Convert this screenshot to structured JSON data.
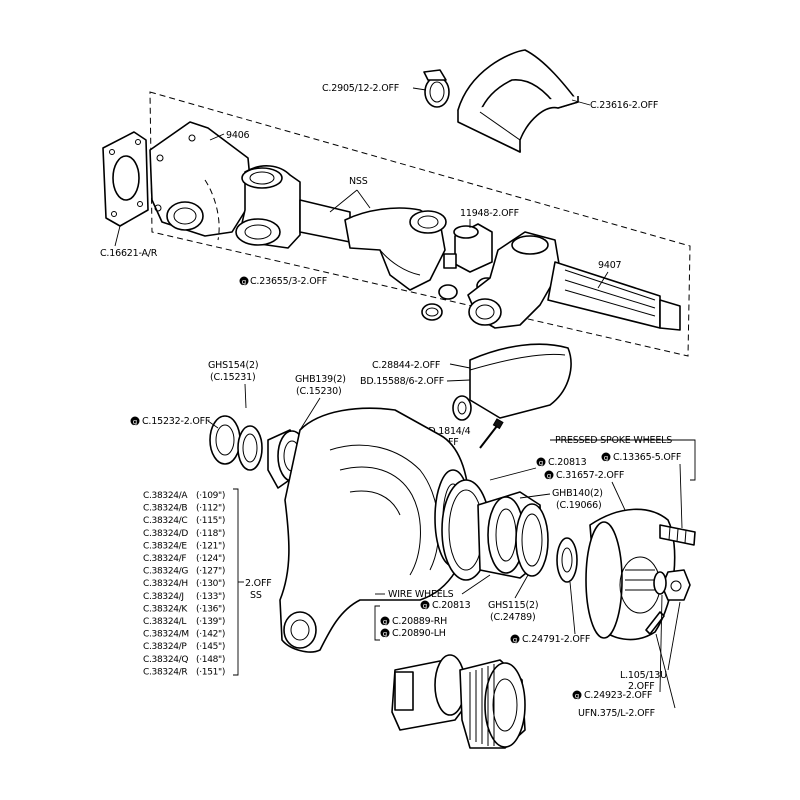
{
  "labels": {
    "clip": "C.2905/12-2.OFF",
    "cover": "C.23616-2.OFF",
    "gasket": "C.16621-A/R",
    "housing": "9406",
    "nss": "NSS",
    "ujoint": "11948-2.OFF",
    "shaft": "9407",
    "circlip": "C.23655/3-2.OFF",
    "shield": "C.28844-2.OFF",
    "bolt": "BD.15588/6-2.OFF",
    "screw_a": "BD.1814/4",
    "screw_b": "8.OFF",
    "seal_a": "GHS154(2)",
    "seal_b": "(C.15231)",
    "bearing_a": "GHB139(2)",
    "bearing_b": "(C.15230)",
    "shim_outer": "C.15232-2.OFF",
    "pressed_header": "PRESSED SPOKE WHEELS",
    "stud": "C.13365-5.OFF",
    "spacer": "C.20813",
    "hub": "C.31657-2.OFF",
    "hub_bearing_a": "GHB140(2)",
    "hub_bearing_b": "(C.19066)",
    "wire_header": "WIRE WHEELS",
    "wire_spacer": "C.20813",
    "rh": "C.20889-RH",
    "lh": "C.20890-LH",
    "hub_seal_a": "GHS115(2)",
    "hub_seal_b": "(C.24789)",
    "collar": "C.24791-2.OFF",
    "nut_a": "L.105/13U",
    "nut_b": "2.OFF",
    "washer": "C.24923-2.OFF",
    "pin": "UFN.375/L-2.OFF",
    "shim_qty": "2.OFF",
    "shim_ss": "SS"
  },
  "shims": [
    {
      "part": "C.38324/A",
      "size": "(·109\")"
    },
    {
      "part": "C.38324/B",
      "size": "(·112\")"
    },
    {
      "part": "C.38324/C",
      "size": "(·115\")"
    },
    {
      "part": "C.38324/D",
      "size": "(·118\")"
    },
    {
      "part": "C.38324/E",
      "size": "(·121\")"
    },
    {
      "part": "C.38324/F",
      "size": "(·124\")"
    },
    {
      "part": "C.38324/G",
      "size": "(·127\")"
    },
    {
      "part": "C.38324/H",
      "size": "(·130\")"
    },
    {
      "part": "C.38324/J",
      "size": "(·133\")"
    },
    {
      "part": "C.38324/K",
      "size": "(·136\")"
    },
    {
      "part": "C.38324/L",
      "size": "(·139\")"
    },
    {
      "part": "C.38324/M",
      "size": "(·142\")"
    },
    {
      "part": "C.38324/P",
      "size": "(·145\")"
    },
    {
      "part": "C.38324/Q",
      "size": "(·148\")"
    },
    {
      "part": "C.38324/R",
      "size": "(·151\")"
    }
  ],
  "symbol": "g"
}
